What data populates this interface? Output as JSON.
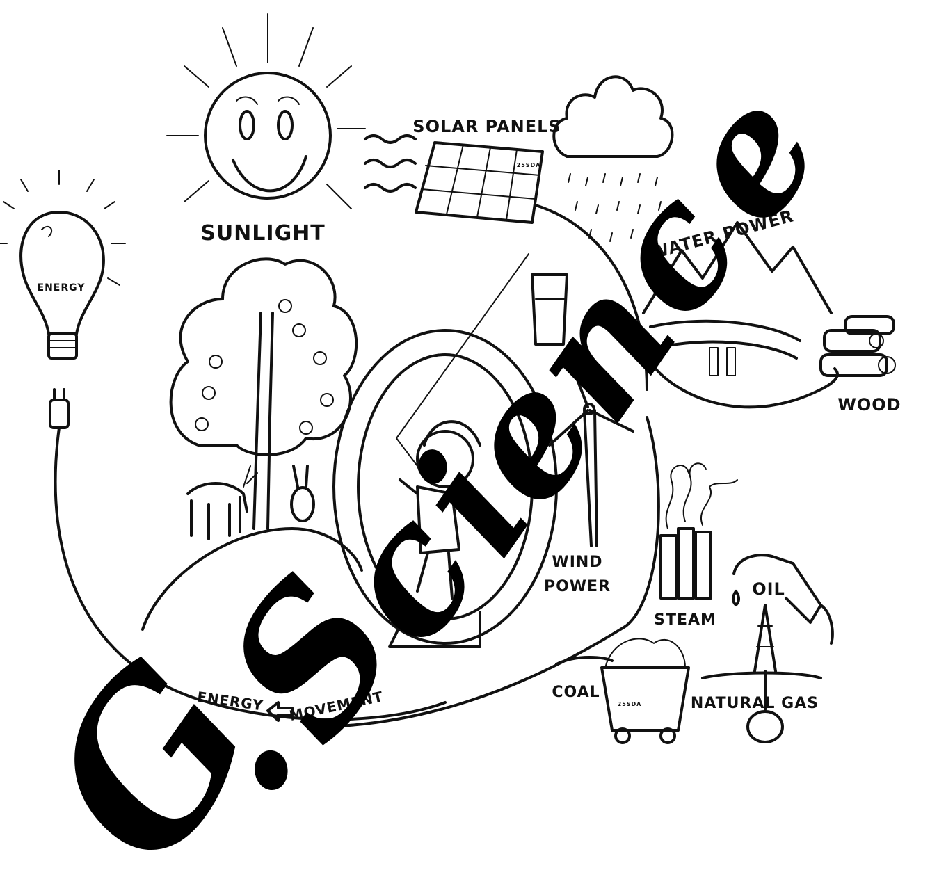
{
  "labels": {
    "sunlight": "SUNLIGHT",
    "solar_panels": "SOLAR PANELS",
    "water_power": "WATER POWER",
    "wood": "WOOD",
    "energy_bulb": "ENERGY",
    "wind_power_line1": "WIND",
    "wind_power_line2": "POWER",
    "steam": "STEAM",
    "oil": "OIL",
    "coal": "COAL",
    "natural_gas": "NATURAL GAS",
    "energy_movement_left": "ENERGY",
    "energy_movement_right": "MOVEMENT",
    "panel_badge": "25SDA",
    "cart_badge": "25SDA"
  },
  "watermark": {
    "g": "G",
    "dot": ".",
    "s": "S",
    "c1": "c",
    "i": "i",
    "e1": "e",
    "n": "n",
    "c2": "c",
    "e2": "e"
  },
  "colors": {
    "ink": "#111111",
    "background": "#ffffff"
  }
}
